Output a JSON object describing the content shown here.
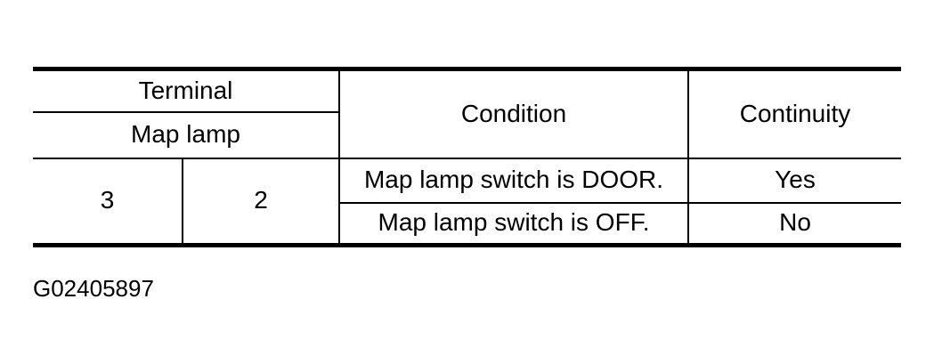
{
  "colors": {
    "background": "#ffffff",
    "text": "#000000",
    "border": "#000000"
  },
  "table": {
    "header": {
      "terminal_label": "Terminal",
      "terminal_sub_label": "Map lamp",
      "condition_label": "Condition",
      "continuity_label": "Continuity"
    },
    "terminals": {
      "col1": "3",
      "col2": "2"
    },
    "rows": [
      {
        "condition": "Map lamp switch is DOOR.",
        "continuity": "Yes"
      },
      {
        "condition": "Map lamp switch is OFF.",
        "continuity": "No"
      }
    ]
  },
  "caption": {
    "figure_id": "G02405897"
  }
}
